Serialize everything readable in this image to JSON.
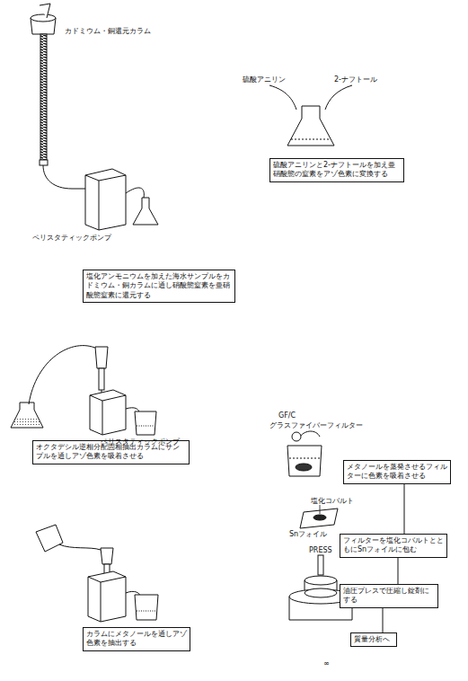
{
  "diagram": {
    "nodes": [
      {
        "text": [
          "塩化アンモニウムを加えた海水サンプルをカドミウム・銅カラムに通し硝酸態窒素を亜硝酸態窒素に還元する"
        ]
      },
      {
        "text": [
          "硫酸アニリンと2-ナフトールを加え亜硝酸態の窒素をアゾ色素に変換する"
        ]
      },
      {
        "text": [
          "オクタデシル逆相分配固相抽出カラムにサンプルを通しアゾ色素を吸着させる"
        ]
      },
      {
        "text": [
          "カラムにメタノールを通しアゾ色素を抽出する"
        ]
      },
      {
        "text": [
          "メタノールを蒸発させるフィルターに色素を吸着させる"
        ]
      },
      {
        "text": [
          "フィルターを塩化コバルトとともにSnフォイルに包む"
        ]
      },
      {
        "text": [
          "油圧プレスで圧縮し錠剤にする"
        ]
      },
      {
        "text": [
          "質量分析へ"
        ]
      }
    ],
    "edges": [
      {
        "from": 4,
        "to": 5,
        "arrow": "none"
      },
      {
        "from": 5,
        "to": 6,
        "arrow": "none"
      },
      {
        "from": 6,
        "to": 7,
        "arrow": "none"
      }
    ],
    "labels": [
      "カドミウム・銅還元カラム",
      "ペリスタティックポンプ",
      "硫酸アニリン",
      "2-ナフトール",
      "ペリスタティックポンプ",
      "GF/C",
      "グラスファイバーフィルター",
      "塩化コバルト",
      "Snフォイル",
      "PRESS",
      "∞"
    ]
  }
}
